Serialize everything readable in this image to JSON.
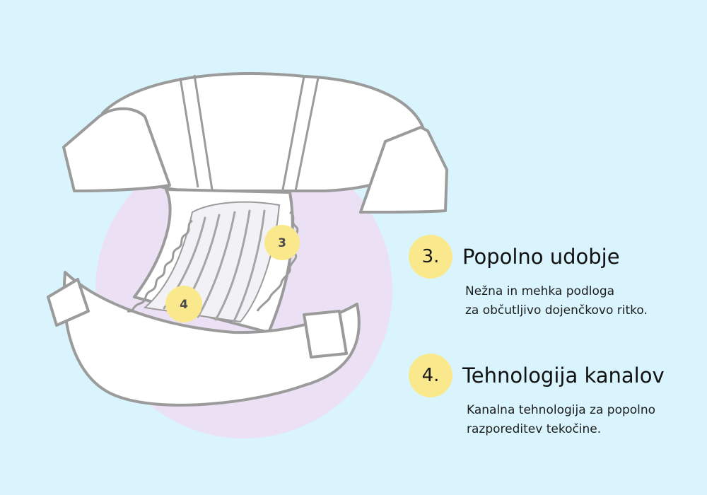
{
  "colors": {
    "background": "#d9f4fd",
    "diaper_fill": "#ffffff",
    "diaper_stroke": "#9b9b9b",
    "inner_shadow": "#e8e8ee",
    "back_circle": "#ece0f4",
    "marker": "#fae98c"
  },
  "diagram_markers": [
    {
      "label": "3"
    },
    {
      "label": "4"
    }
  ],
  "features": [
    {
      "number": "3.",
      "title": "Popolno udobje",
      "description": "Nežna in mehka podloga\nza občutljivo dojenčkovo ritko."
    },
    {
      "number": "4.",
      "title": "Tehnologija kanalov",
      "description": "Kanalna tehnologija za popolno\nrazporeditev tekočine."
    }
  ]
}
